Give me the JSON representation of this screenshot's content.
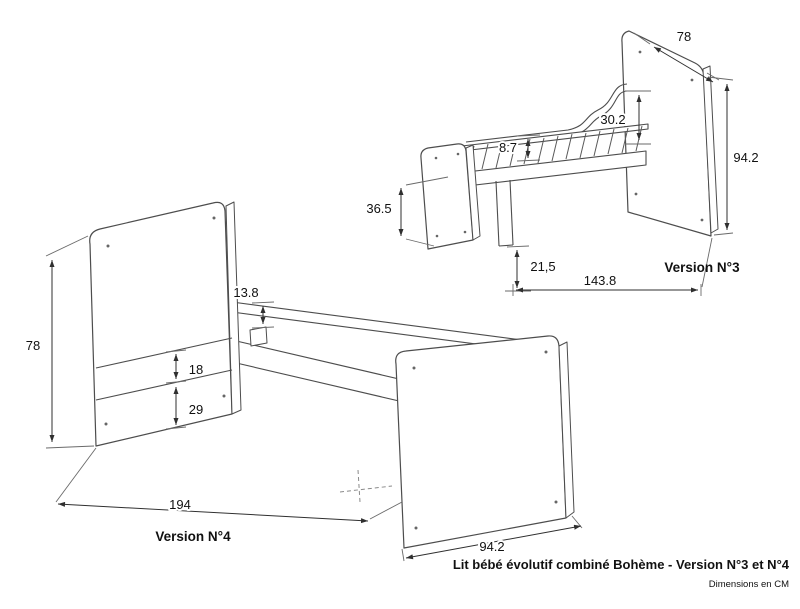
{
  "diagram": {
    "caption_title": "Lit bébé évolutif combiné Bohème  - Version N°3 et N°4",
    "caption_units": "Dimensions en CM"
  },
  "version3": {
    "label": "Version N°3",
    "dims": {
      "top_width": "78",
      "total_height": "94.2",
      "rail_height_high": "30.2",
      "rail_height_low": "8.7",
      "foot_end_height": "36.5",
      "under_bed_clearance": "21,5",
      "length": "143.8"
    }
  },
  "version4": {
    "label": "Version N°4",
    "dims": {
      "headboard_height": "78",
      "support_offset": "13.8",
      "rail_depth": "18",
      "under_rail_height": "29",
      "length": "194",
      "foot_end_width": "94.2"
    }
  }
}
